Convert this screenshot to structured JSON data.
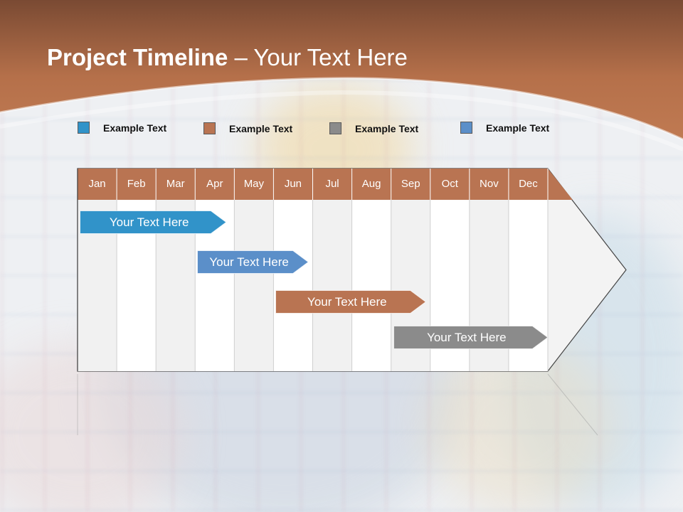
{
  "slide": {
    "title_bold": "Project Timeline",
    "title_rest": " – Your Text Here"
  },
  "colors": {
    "header": "#b5704a",
    "header_dark": "#7a4a33",
    "blue": "#3193c9",
    "brown": "#b97452",
    "gray": "#8b8b8b",
    "steel": "#5b8fc9",
    "month_fill": "#b97452"
  },
  "legend": [
    {
      "label": "Example Text",
      "color": "#3193c9"
    },
    {
      "label": "Example Text",
      "color": "#b97452"
    },
    {
      "label": "Example Text",
      "color": "#8b8b8b"
    },
    {
      "label": "Example Text",
      "color": "#5b8fc9"
    }
  ],
  "timeline": {
    "months": [
      "Jan",
      "Feb",
      "Mar",
      "Apr",
      "May",
      "Jun",
      "Jul",
      "Aug",
      "Sep",
      "Oct",
      "Nov",
      "Dec"
    ],
    "tasks": [
      {
        "label": "Your  Text Here",
        "start": 0,
        "end": 3.8,
        "color": "#3193c9"
      },
      {
        "label": "Your  Text Here",
        "start": 3,
        "end": 5.9,
        "color": "#5b8fc9"
      },
      {
        "label": "Your  Text Here",
        "start": 5,
        "end": 8.9,
        "color": "#b97452"
      },
      {
        "label": "Your  Text Here",
        "start": 8,
        "end": 12,
        "color": "#8b8b8b"
      }
    ]
  }
}
